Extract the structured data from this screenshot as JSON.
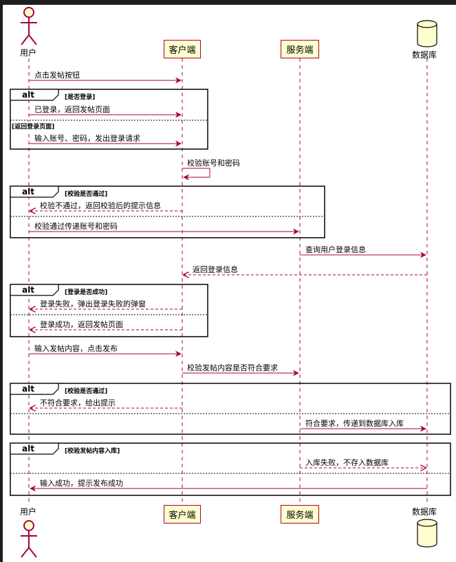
{
  "participants": {
    "user": "用户",
    "client": "客户端",
    "server": "服务端",
    "database": "数据库"
  },
  "messages": [
    "点击发帖按钮",
    "已登录，返回发帖页面",
    "输入账号、密码，发出登录请求",
    "校验账号和密码",
    "校验不通过，返回校验后的提示信息",
    "校验通过传递账号和密码",
    "查询用户登录信息",
    "返回登录信息",
    "登录失败，弹出登录失败的弹窗",
    "登录成功，返回发帖页面",
    "输入发帖内容，点击发布",
    "校验发帖内容是否符合要求",
    "不符合要求，给出提示",
    "符合要求，传递到数据库入库",
    "入库失败，不存入数据库",
    "输入成功，提示发布成功"
  ],
  "fragments": [
    {
      "tag": "alt",
      "condition": "[是否登录]",
      "else_condition": "[返回登录页面]"
    },
    {
      "tag": "alt",
      "condition": "[校验是否通过]",
      "else_condition": ""
    },
    {
      "tag": "alt",
      "condition": "[登录是否成功]",
      "else_condition": ""
    },
    {
      "tag": "alt",
      "condition": "[校验是否通过]",
      "else_condition": ""
    },
    {
      "tag": "alt",
      "condition": "[校验发帖内容入库]",
      "else_condition": ""
    }
  ],
  "colors": {
    "line": "#a80036",
    "participant_fill": "#fefece",
    "background": "#1e1e1e"
  }
}
